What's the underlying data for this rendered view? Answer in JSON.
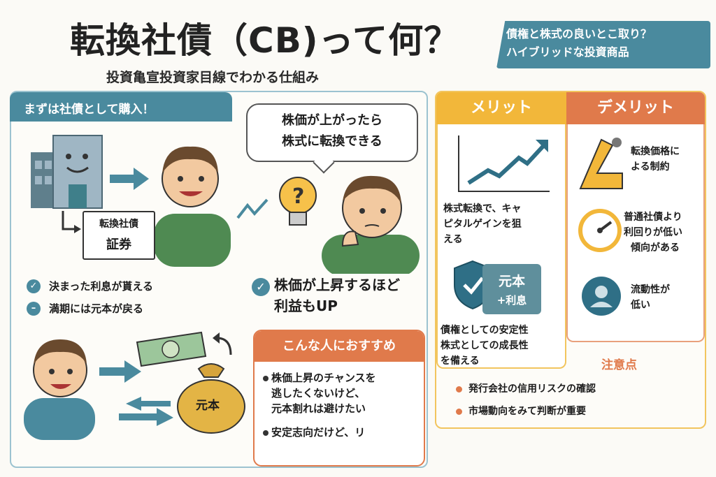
{
  "title": "転換社債（CB)って何？",
  "subtitle": "投資亀宣投資家目線でわかる仕組み",
  "banner": {
    "line1": "債権と株式の良いとこ取り？",
    "line2": "ハイブリッドな投資商品"
  },
  "left": {
    "tab": "まずは社債として購入！",
    "doc_line1": "転換社債",
    "doc_line2": "証券",
    "bullets": [
      "決まった利息が貰える",
      "満期には元本が戻る"
    ],
    "bubble_line1": "株価が上がったら",
    "bubble_line2": "株式に転換できる",
    "big_line1": "株価が上昇するほど",
    "big_line2": "利益もUP",
    "bag_label": "元本",
    "recommend": {
      "title": "こんな人におすすめ",
      "item1_line1": "株価上昇のチャンスを",
      "item1_line2": "逃したくないけど、",
      "item1_line3": "元本割れは避けたい",
      "item2": "安定志向だけど、リ"
    }
  },
  "merit": {
    "title": "メリット",
    "text1_line1": "株式転換で、キャ",
    "text1_line2": "ピタルゲインを狙",
    "text1_line3": "える",
    "shield_line1": "元本",
    "shield_line2": "+利息",
    "text2_line1": "債権としての安定性",
    "text2_line2": "株式としての成長性",
    "text2_line3": "を備える"
  },
  "demerit": {
    "title": "デメリット",
    "item1_line1": "転換価格に",
    "item1_line2": "よる制約",
    "item2_line1": "普通社債より",
    "item2_line2": "利回りが低い",
    "item2_line3": "傾向がある",
    "item3_line1": "流動性が",
    "item3_line2": "低い"
  },
  "caution": {
    "title": "注意点",
    "items": [
      "発行会社の信用リスクの確認",
      "市場動向をみて判断が重要"
    ]
  },
  "colors": {
    "teal": "#4a8a9e",
    "orange": "#e07a4b",
    "yellow": "#f2b73a",
    "green": "#4f8a52"
  }
}
